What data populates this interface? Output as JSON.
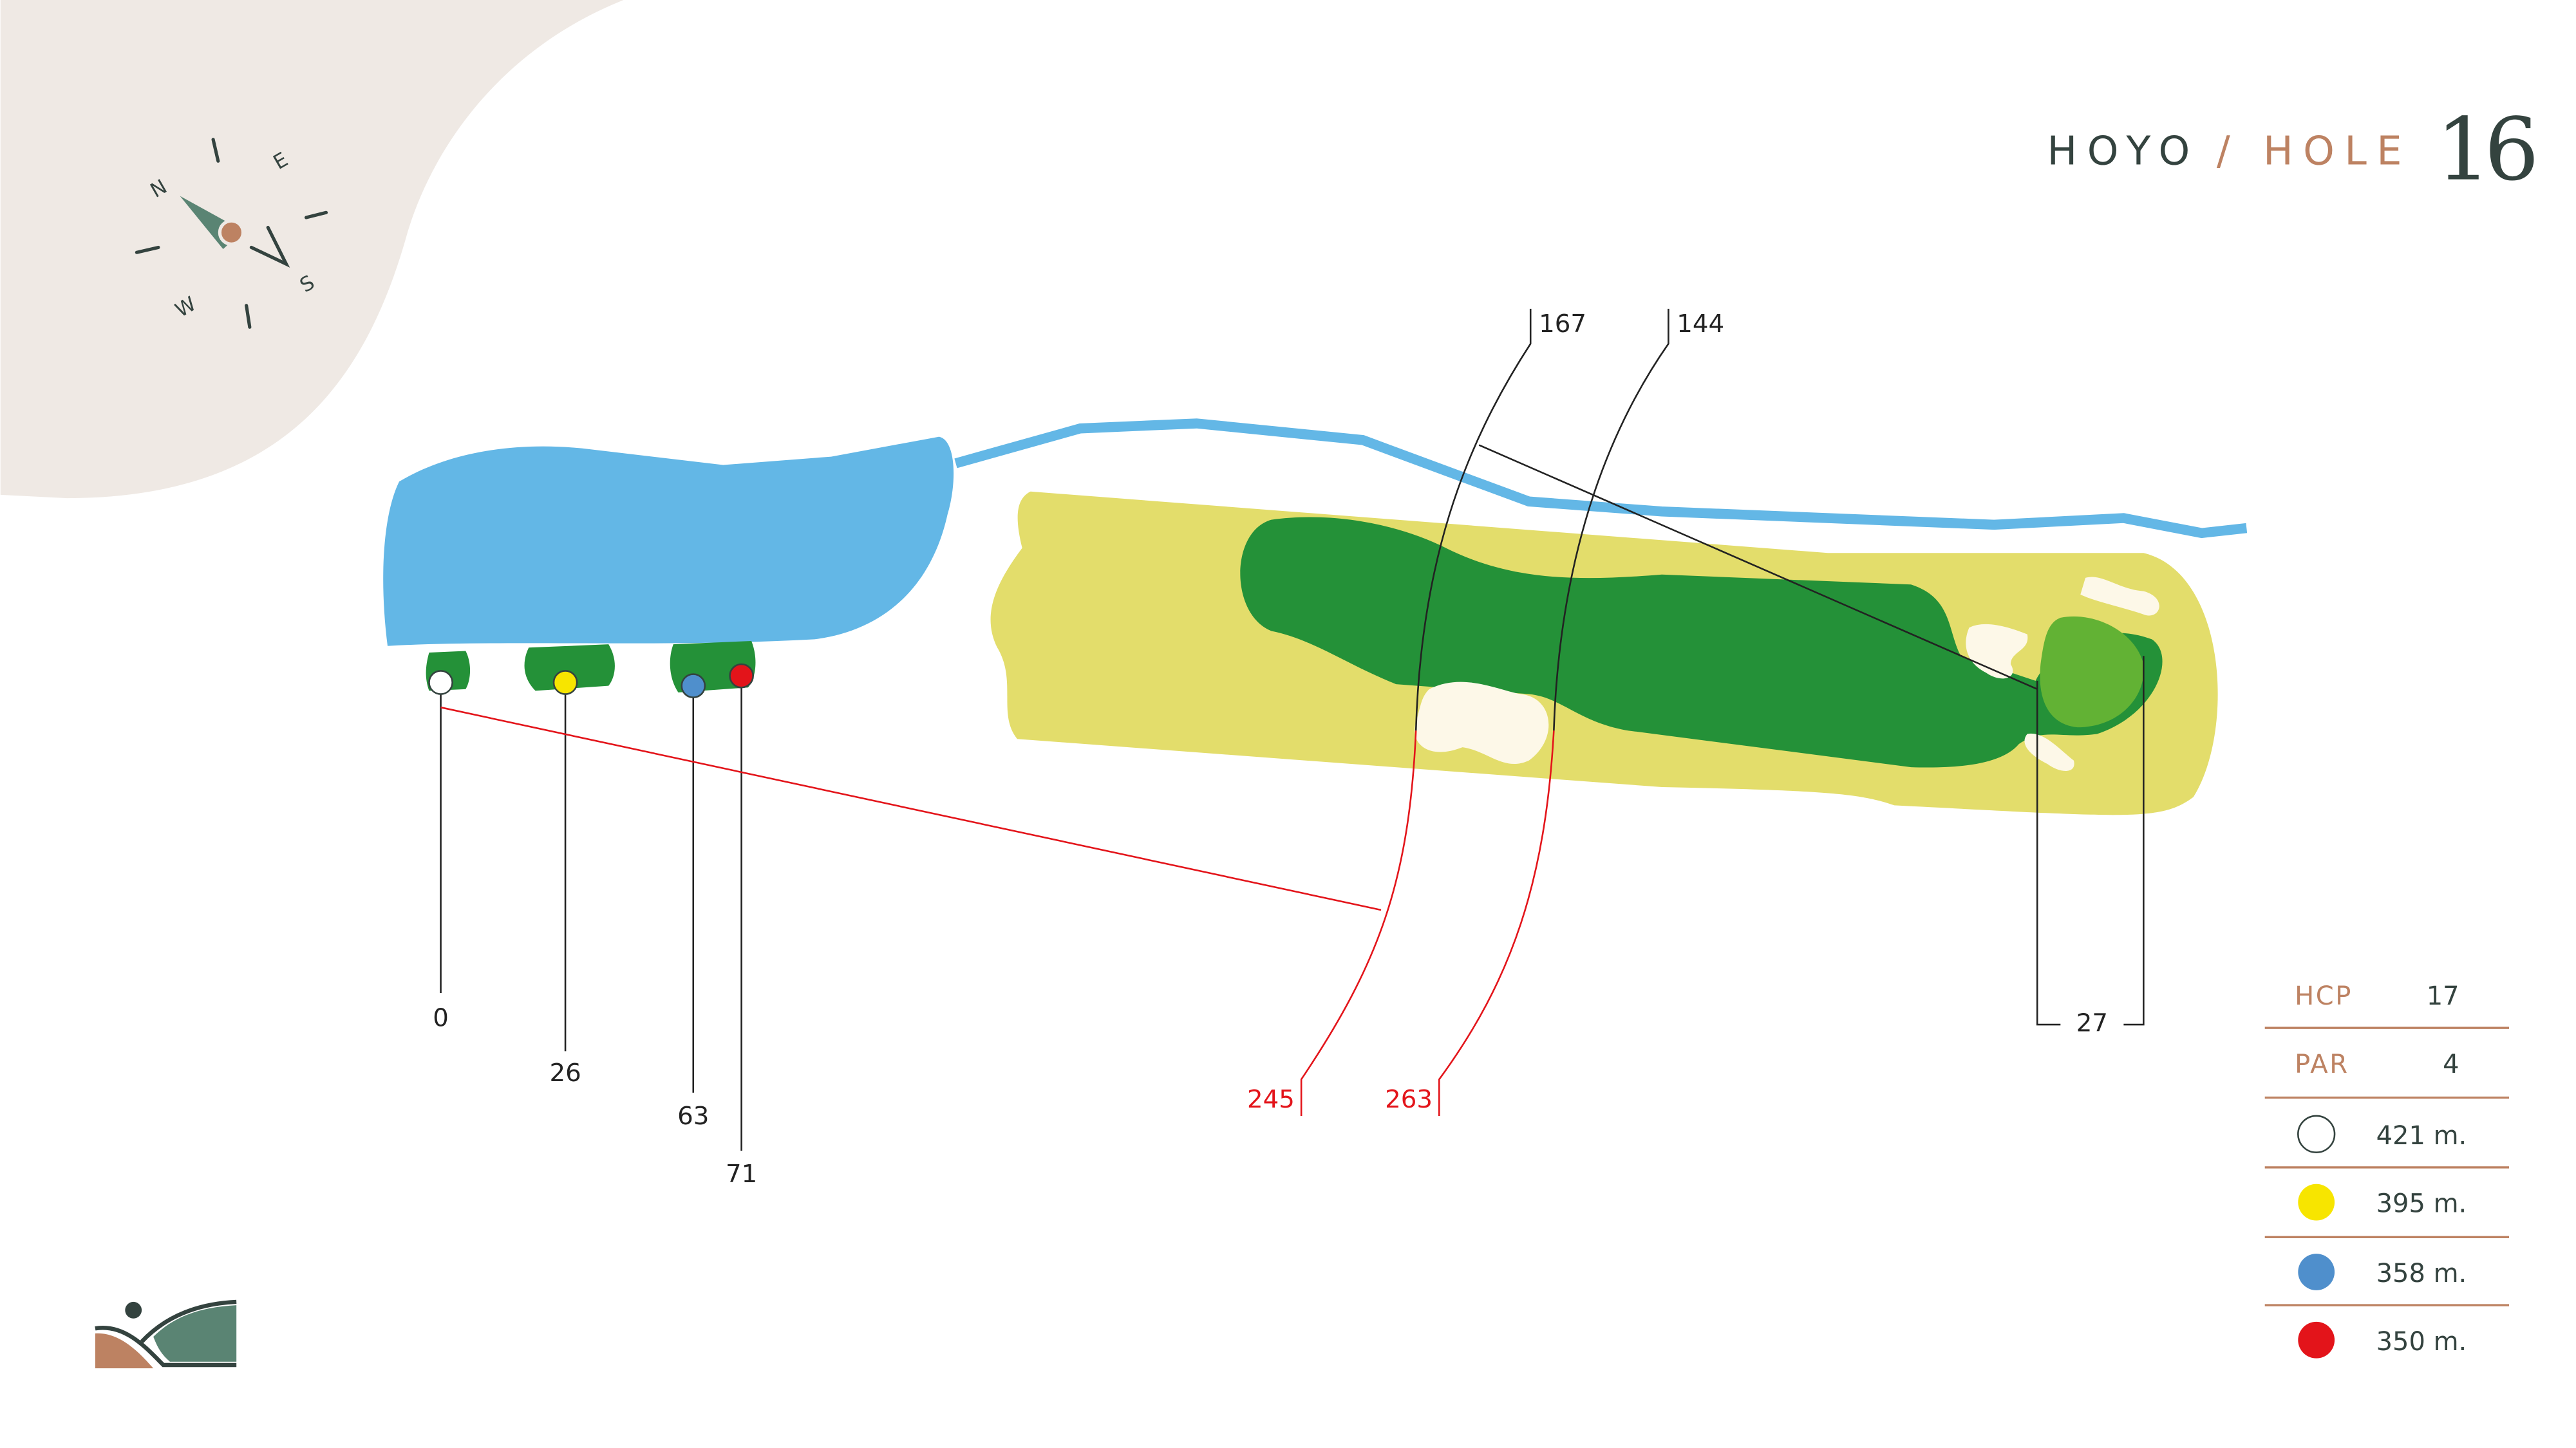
{
  "header": {
    "hoyo": "HOYO",
    "slash": "/",
    "hole": "HOLE",
    "number": "16"
  },
  "compass": {
    "n": "N",
    "e": "E",
    "s": "S",
    "w": "W"
  },
  "tees": [
    {
      "name": "white",
      "color": "#ffffff",
      "distance_label": "0"
    },
    {
      "name": "yellow",
      "color": "#f7e500",
      "distance_label": "26"
    },
    {
      "name": "blue",
      "color": "#4f8fcc",
      "distance_label": "63"
    },
    {
      "name": "red",
      "color": "#e3141a",
      "distance_label": "71"
    }
  ],
  "markers": {
    "to_green_a": "167",
    "to_green_b": "144",
    "from_tee_a": "245",
    "from_tee_b": "263",
    "green_depth": "27"
  },
  "info": {
    "hcp_label": "HCP",
    "hcp_value": "17",
    "par_label": "PAR",
    "par_value": "4",
    "distances": [
      {
        "tee": "white",
        "color": "#ffffff",
        "value": "421 m."
      },
      {
        "tee": "yellow",
        "color": "#f7e500",
        "value": "395 m."
      },
      {
        "tee": "blue",
        "color": "#4f8fcc",
        "value": "358 m."
      },
      {
        "tee": "red",
        "color": "#e3141a",
        "value": "350 m."
      }
    ]
  },
  "colors": {
    "water": "#63b7e6",
    "rough": "#e3dd6b",
    "fairway": "#249138",
    "green": "#62b234",
    "bunker": "#fdf8e8",
    "accent": "#bd8262",
    "dark": "#34433f",
    "corner": "#efe9e4"
  }
}
